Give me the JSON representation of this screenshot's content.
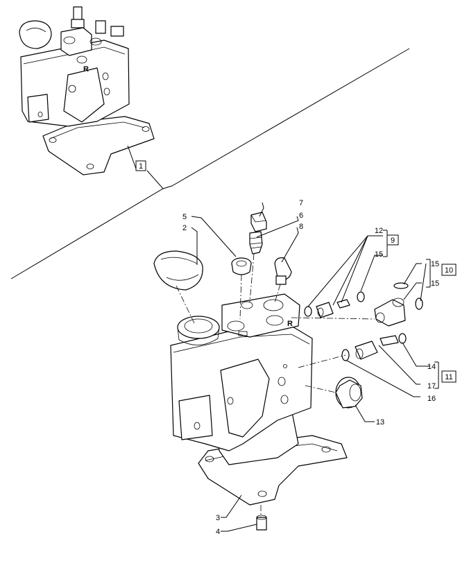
{
  "callouts": {
    "c1": "1",
    "c2": "2",
    "c3": "3",
    "c4": "4",
    "c5": "5",
    "c6": "6",
    "c7": "7",
    "c8": "8",
    "c9": "9",
    "c10": "10",
    "c11": "11",
    "c12": "12",
    "c13": "13",
    "c14": "14",
    "c15a": "15",
    "c15b": "15",
    "c15c": "15",
    "c16": "16",
    "c17": "17"
  },
  "valve_marks": {
    "mark_r_top": "R",
    "mark_r_main": "R"
  }
}
